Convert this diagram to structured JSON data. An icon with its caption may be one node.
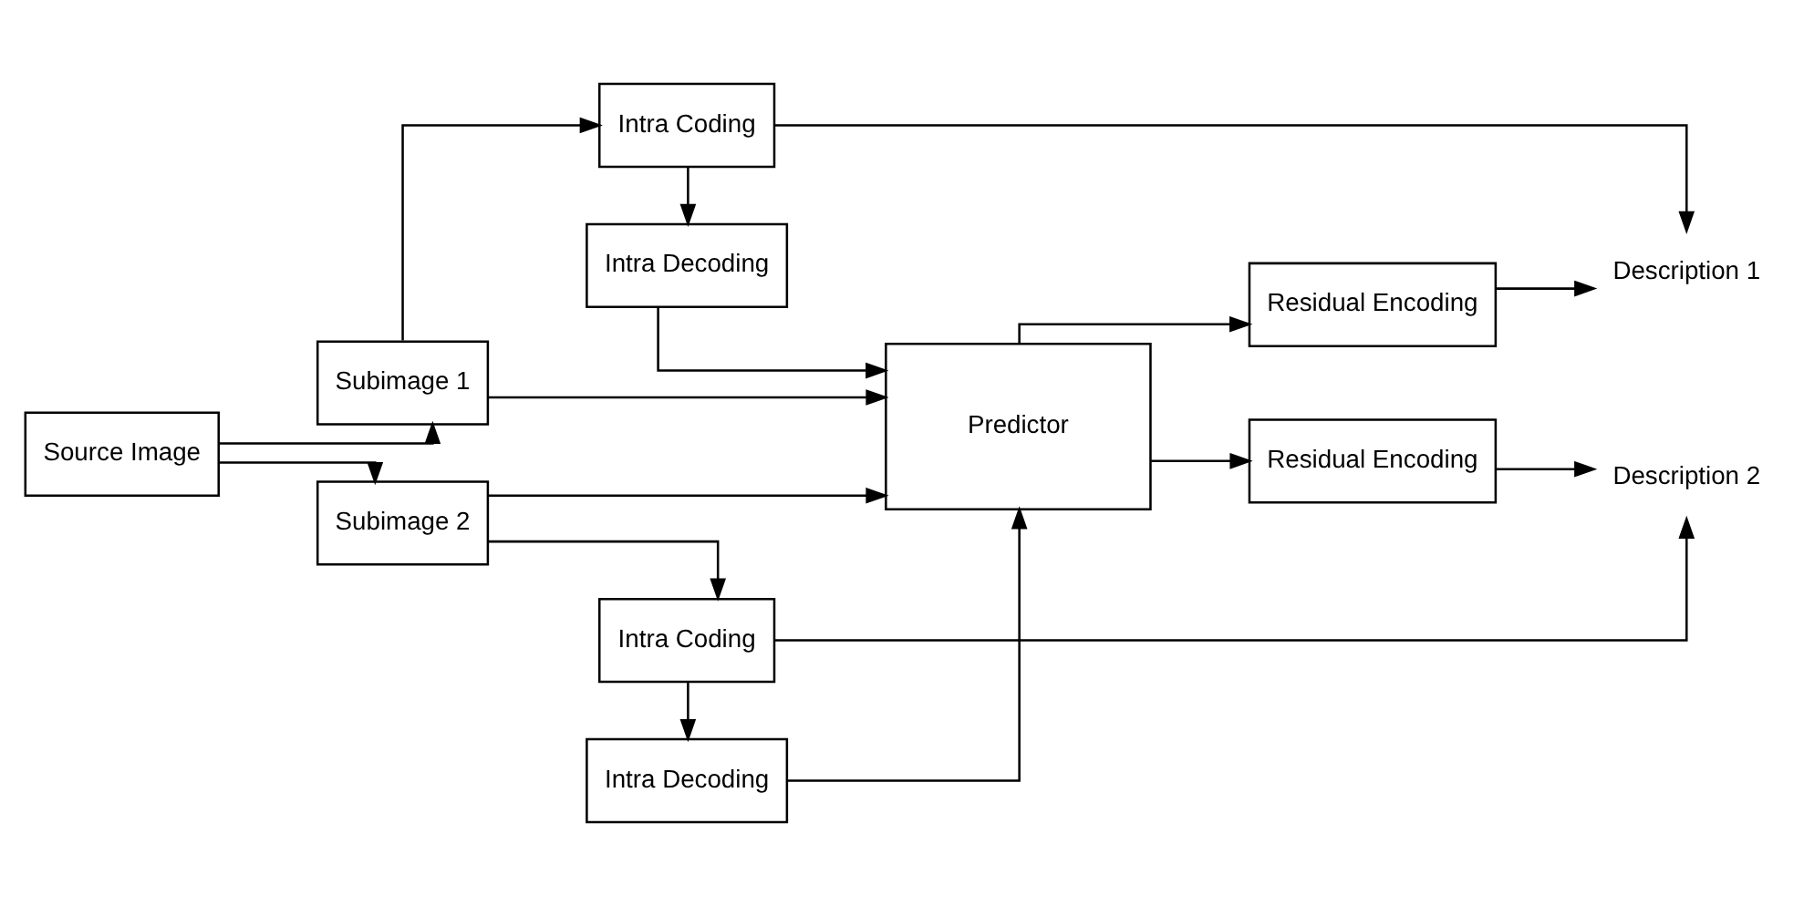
{
  "diagram": {
    "nodes": [
      {
        "text": [
          "Source Image"
        ]
      },
      {
        "text": [
          "Subimage 1"
        ]
      },
      {
        "text": [
          "Intra Coding"
        ]
      },
      {
        "text": [
          "Intra Decoding"
        ]
      },
      {
        "text": [
          "Predictor"
        ]
      },
      {
        "text": [
          "Residual Encoding"
        ]
      },
      {
        "text": [
          "Residual Encoding"
        ]
      },
      {
        "text": [
          "Intra Decoding"
        ]
      },
      {
        "text": [
          "Subimage 2"
        ]
      },
      {
        "text": [
          "Intra Coding"
        ]
      },
      {
        "text": [
          "Description 1"
        ]
      },
      {
        "text": [
          "Description 2"
        ]
      }
    ],
    "edges": [
      {
        "from": 0,
        "to": 1,
        "arrow": "to"
      },
      {
        "from": 0,
        "to": 8,
        "arrow": "to"
      },
      {
        "from": 1,
        "to": 2,
        "arrow": "to"
      },
      {
        "from": 1,
        "to": 4,
        "arrow": "to"
      },
      {
        "from": 2,
        "to": 3,
        "arrow": "to"
      },
      {
        "from": 2,
        "to": 10,
        "arrow": "to"
      },
      {
        "from": 3,
        "to": 4,
        "arrow": "to"
      },
      {
        "from": 4,
        "to": 5,
        "arrow": "to"
      },
      {
        "from": 4,
        "to": 6,
        "arrow": "to"
      },
      {
        "from": 5,
        "to": 11,
        "arrow": "to"
      },
      {
        "from": 6,
        "to": 10,
        "arrow": "to"
      },
      {
        "from": 8,
        "to": 4,
        "arrow": "to"
      },
      {
        "from": 8,
        "to": 9,
        "arrow": "to"
      },
      {
        "from": 9,
        "to": 7,
        "arrow": "to"
      },
      {
        "from": 7,
        "to": 4,
        "arrow": "to"
      },
      {
        "from": 9,
        "to": 11,
        "arrow": "to"
      }
    ]
  }
}
